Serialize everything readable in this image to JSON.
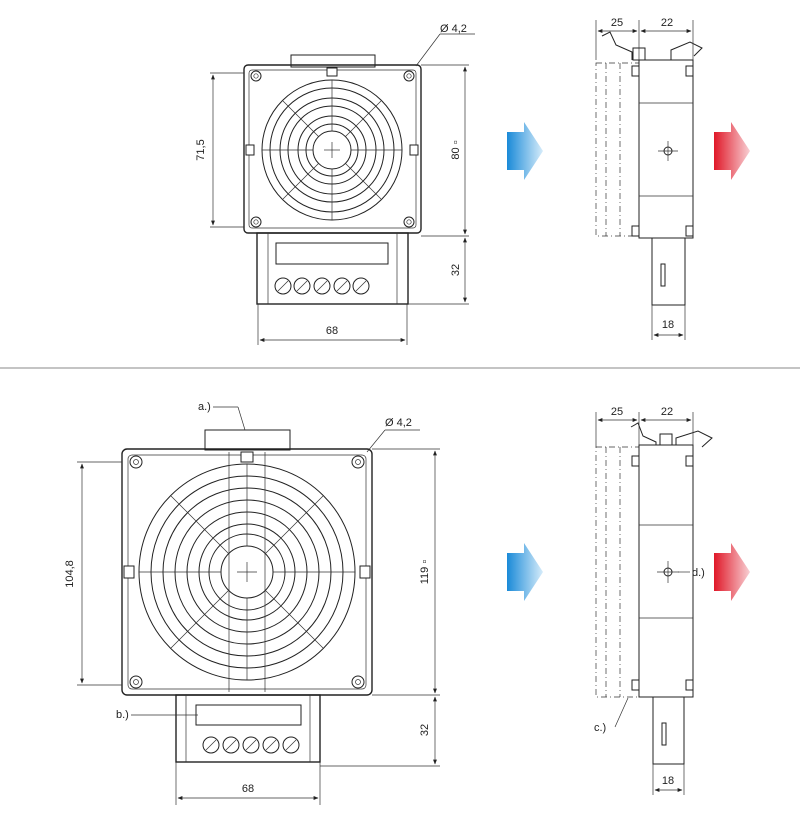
{
  "colors": {
    "cool_air_arrow": "#1a8ad8",
    "warm_air_arrow": "#e01828",
    "line": "#222222",
    "separator": "#888888"
  },
  "top": {
    "hole_label": "Ø 4,2",
    "height_label": "71,5",
    "size_label": "80 ▫",
    "terminal_height_label": "32",
    "width_label": "68",
    "side_depth_left": "25",
    "side_depth_right": "22",
    "side_bottom_width": "18"
  },
  "bottom": {
    "hole_label": "Ø 4,2",
    "height_label": "104,8",
    "size_label": "119 ▫",
    "terminal_height_label": "32",
    "width_label": "68",
    "side_depth_left": "25",
    "side_depth_right": "22",
    "side_bottom_width": "18",
    "callout_a": "a.)",
    "callout_b": "b.)",
    "callout_c": "c.)",
    "callout_d": "d.)"
  }
}
